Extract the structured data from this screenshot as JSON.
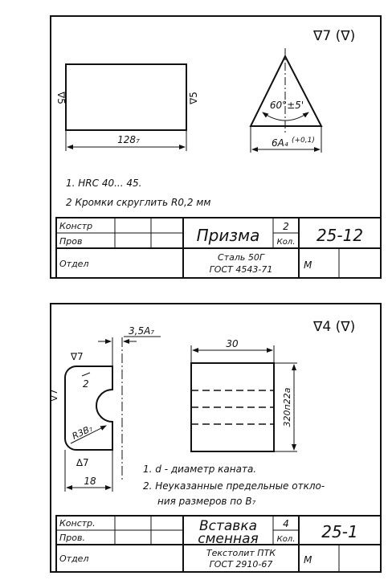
{
  "sheet1": {
    "roughness": "∇7 (∇)",
    "rect_left_mark": "∇5",
    "rect_right_mark": "∇5",
    "rect_width_dim": "128₇",
    "prism_angle": "60°±5'",
    "prism_width_dim": "6A₄",
    "prism_tolerance": "(+0,1)",
    "note1": "1. HRC 40... 45.",
    "note2": "2 Кромки скруглить R0,2 мм",
    "tb": {
      "konstr": "Констр",
      "prov": "Пров",
      "otdel": "Отдел",
      "title": "Призма",
      "qty": "2",
      "kol": "Кол.",
      "code": "25-12",
      "material1": "Сталь 50Г",
      "material2": "ГОСТ 4543-71",
      "scale": "М"
    }
  },
  "sheet2": {
    "roughness": "∇4 (∇)",
    "top_dim": "3,5A₇",
    "mark_top": "∇7",
    "mark_left": "∇7",
    "mark_inner": "2",
    "mark_bottom": "∆7",
    "radius": "R3B₇",
    "width_dim": "18",
    "plan_width": "30",
    "plan_height": "320п22а",
    "note1": "1.  d - диаметр каната.",
    "note2a": "2.  Неуказанные предельные откло-",
    "note2b": "ния размеров по B₇",
    "tb": {
      "konstr": "Констр.",
      "prov": "Пров.",
      "otdel": "Отдел",
      "title1": "Вставка",
      "title2": "сменная",
      "qty": "4",
      "kol": "Кол.",
      "code": "25-1",
      "material1": "Текстолит ПТК",
      "material2": "ГОСТ 2910-67",
      "scale": "М"
    }
  }
}
